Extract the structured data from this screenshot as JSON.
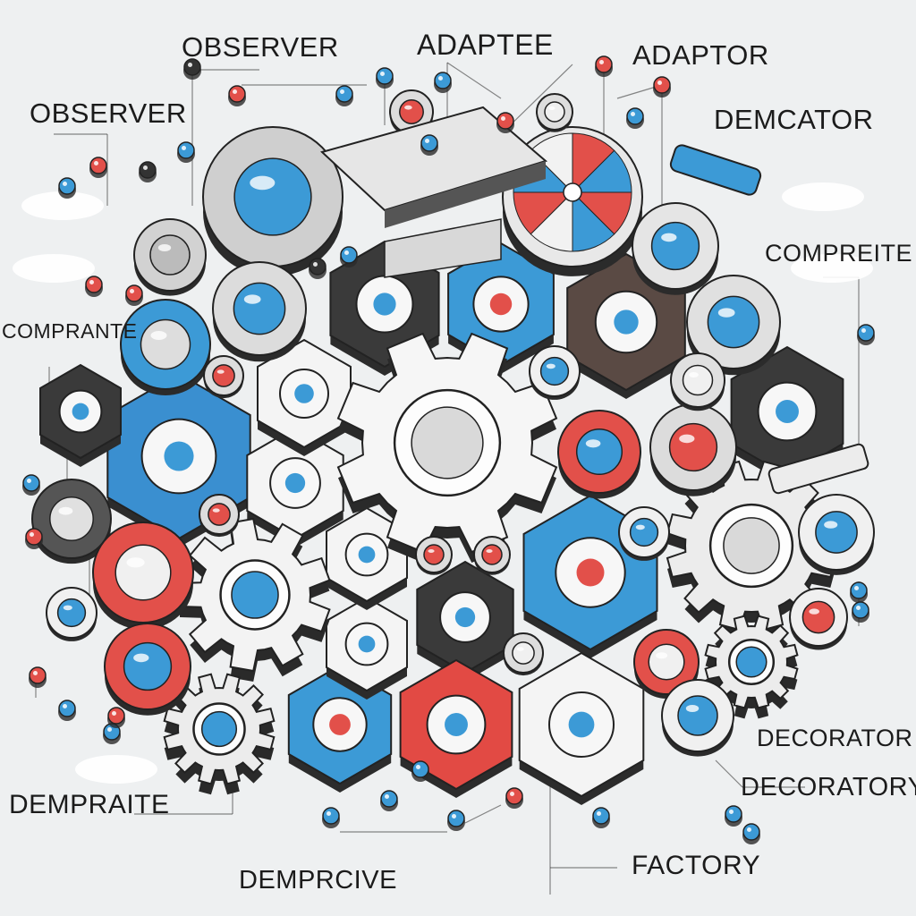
{
  "labels": {
    "observer_top": "OBSERVER",
    "adaptee": "ADAPTEE",
    "adaptor": "ADAPTOR",
    "observer_left": "OBSERVER",
    "demcator": "DEMCATOR",
    "comprite_right": "COMPREITE",
    "comprante_left": "COMPRANTE",
    "decorator_upper": "DECORATOR",
    "decoratory": "DECORATORY",
    "demprate": "DEMPRAITE",
    "demprcive": "DEMPRCIVE",
    "factory": "FACTORY"
  },
  "colors": {
    "background": "#eef0f1",
    "blue": "#3c9ad6",
    "red": "#e2504a",
    "dark": "#3a3a3a",
    "light": "#f4f4f4",
    "line": "#2b2b2b"
  },
  "icons": {
    "big_gear": "gear-icon",
    "hex_nut": "hex-nut-icon",
    "round_button": "round-button-icon",
    "pin_marker": "pin-marker-icon",
    "color_wheel": "color-wheel-icon"
  }
}
